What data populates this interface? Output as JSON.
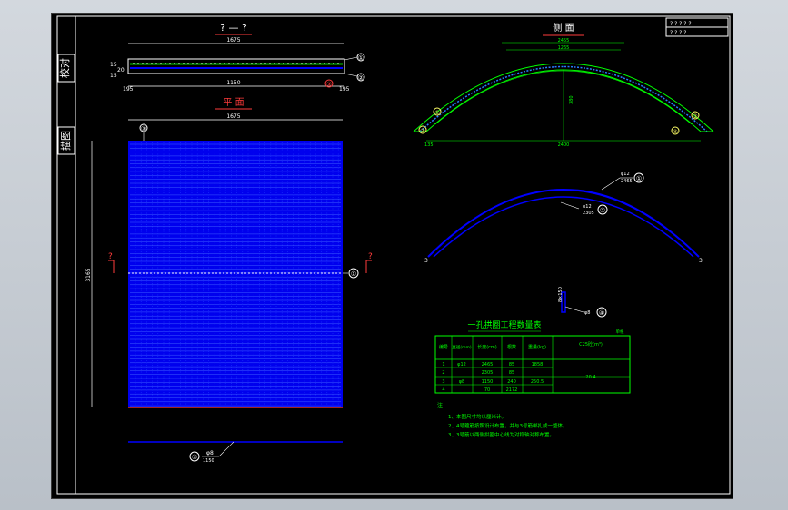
{
  "title_block": {
    "row1": "?  ?  ?  ?  ?",
    "row2": "?  ?  ?  ?"
  },
  "side_labels": {
    "check": "校对",
    "draw": "描图"
  },
  "section": {
    "title": "? — ?",
    "dim_top": "1675",
    "dim_bottom": "1150",
    "dim_left_a": "15",
    "dim_left_b": "20",
    "dim_left_c": "15",
    "dim_left_end": "195",
    "dim_right_end": "195",
    "markers": [
      "①",
      "②",
      "③"
    ]
  },
  "plan": {
    "title": "平 面",
    "dim_top": "1675",
    "dim_height": "3165",
    "marker_top": "③",
    "marker_right": "①",
    "cut_left": "?",
    "cut_right": "?",
    "bottom_marker": "③",
    "bottom_label": "φ8",
    "bottom_dim": "1150"
  },
  "side_view": {
    "title": "侧  面",
    "dim_outer": "2455",
    "dim_inner": "1265",
    "dim_rise": "380",
    "dim_span": "2400",
    "dim_left_small": "135",
    "markers": [
      "①",
      "②",
      "③",
      "④"
    ]
  },
  "rebar_arcs": {
    "top_label": "φ12",
    "top_dim": "2465",
    "top_marker": "①",
    "inner_label": "φ12",
    "inner_dim": "2305",
    "inner_marker": "②",
    "end_left": "3",
    "end_right": "3"
  },
  "stirrup": {
    "dim": "8×150",
    "label": "φ8",
    "marker": "④"
  },
  "table": {
    "title": "一孔拱圈工程数量表",
    "headers": [
      "编号",
      "直径(mm)",
      "长度(cm)",
      "根数",
      "重量(kg)",
      "C25砼(m³)"
    ],
    "unit_note": "单根",
    "rows": [
      [
        "1",
        "φ12",
        "2465",
        "85",
        "1858",
        "20.4"
      ],
      [
        "2",
        "",
        "2305",
        "85",
        "",
        ""
      ],
      [
        "3",
        "φ8",
        "1150",
        "240",
        "250.5",
        ""
      ],
      [
        "4",
        "",
        "70",
        "2172",
        "",
        ""
      ]
    ]
  },
  "notes": {
    "heading": "注：",
    "items": [
      "1、本图尺寸均以厘米计。",
      "2、4号箍筋按照设计布置，并与3号筋绑扎成一整体。",
      "3、3号筋以两侧拱圈中心线为对称轴对称布置。"
    ]
  },
  "colors": {
    "line_white": "#ffffff",
    "line_green": "#00ff00",
    "rebar_blue": "#0000ff",
    "title_red": "#ff3b3b",
    "marker_yellow": "#ffff66"
  }
}
